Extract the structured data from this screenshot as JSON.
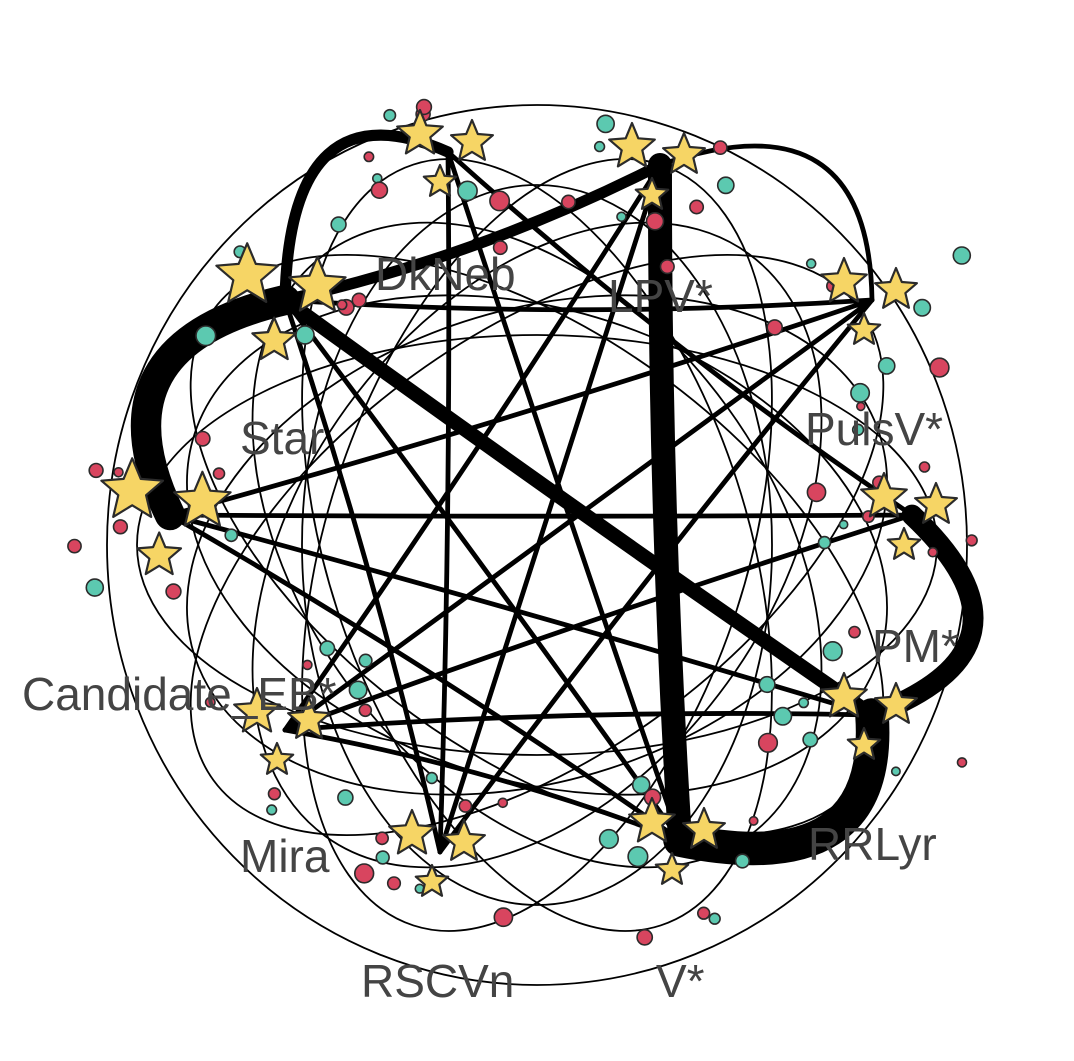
{
  "diagram": {
    "type": "chord-network",
    "nodes": [
      {
        "label": "DkNeb"
      },
      {
        "label": "LPV*"
      },
      {
        "label": "PulsV*"
      },
      {
        "label": "PM*"
      },
      {
        "label": "RRLyr"
      },
      {
        "label": "V*"
      },
      {
        "label": "RSCVn"
      },
      {
        "label": "Mira"
      },
      {
        "label": "Candidate_EB*"
      },
      {
        "label": "Star"
      }
    ],
    "links": [
      {
        "source": "Candidate_EB*",
        "target": "Star",
        "weight": 9
      },
      {
        "source": "Star",
        "target": "DkNeb",
        "weight": 3
      },
      {
        "source": "Star",
        "target": "LPV*",
        "weight": 3
      },
      {
        "source": "Star",
        "target": "RRLyr",
        "weight": 4
      },
      {
        "source": "LPV*",
        "target": "V*",
        "weight": 7
      },
      {
        "source": "V*",
        "target": "RRLyr",
        "weight": 10
      },
      {
        "source": "RRLyr",
        "target": "PM*",
        "weight": 6
      },
      {
        "source": "Candidate_EB*",
        "target": "RRLyr",
        "weight": 1
      },
      {
        "source": "Star",
        "target": "PulsV*",
        "weight": 1
      },
      {
        "source": "Star",
        "target": "V*",
        "weight": 1
      },
      {
        "source": "Candidate_EB*",
        "target": "PM*",
        "weight": 1
      },
      {
        "source": "Candidate_EB*",
        "target": "PulsV*",
        "weight": 1
      },
      {
        "source": "Candidate_EB*",
        "target": "V*",
        "weight": 1
      },
      {
        "source": "Mira",
        "target": "LPV*",
        "weight": 1
      },
      {
        "source": "Mira",
        "target": "PulsV*",
        "weight": 1
      },
      {
        "source": "RSCVn",
        "target": "LPV*",
        "weight": 1
      },
      {
        "source": "RSCVn",
        "target": "DkNeb",
        "weight": 1
      },
      {
        "source": "DkNeb",
        "target": "V*",
        "weight": 1
      },
      {
        "source": "DkNeb",
        "target": "PM*",
        "weight": 1
      },
      {
        "source": "LPV*",
        "target": "PulsV*",
        "weight": 1
      },
      {
        "source": "PulsV*",
        "target": "RSCVn",
        "weight": 1
      },
      {
        "source": "PM*",
        "target": "Mira",
        "weight": 1
      },
      {
        "source": "RRLyr",
        "target": "Mira",
        "weight": 1
      },
      {
        "source": "V*",
        "target": "Mira",
        "weight": 1
      },
      {
        "source": "RSCVn",
        "target": "Star",
        "weight": 1
      }
    ],
    "colors": {
      "line": "#000000",
      "star_fill": "#f6d565",
      "star_stroke": "#2b2b2b",
      "dot_teal": "#5cc9b0",
      "dot_red": "#d8455f",
      "label": "#444444",
      "background": "#ffffff"
    }
  }
}
